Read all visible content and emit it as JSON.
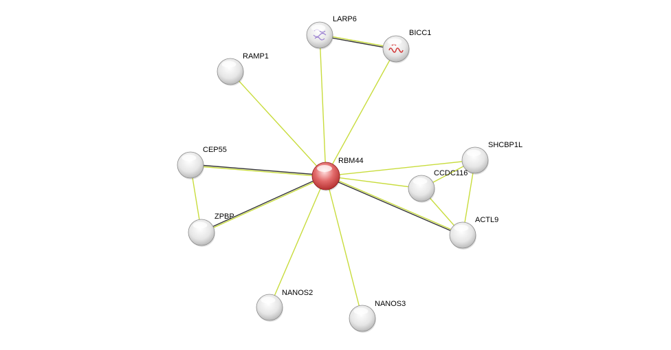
{
  "nodes": [
    {
      "id": "RBM44",
      "label": "RBM44",
      "style": "query"
    },
    {
      "id": "LARP6",
      "label": "LARP6",
      "style": "structure-purple"
    },
    {
      "id": "BICC1",
      "label": "BICC1",
      "style": "structure-red"
    },
    {
      "id": "RAMP1",
      "label": "RAMP1",
      "style": "plain"
    },
    {
      "id": "CEP55",
      "label": "CEP55",
      "style": "plain"
    },
    {
      "id": "ZPBP",
      "label": "ZPBP",
      "style": "plain"
    },
    {
      "id": "SHCBP1L",
      "label": "SHCBP1L",
      "style": "plain"
    },
    {
      "id": "CCDC116",
      "label": "CCDC116",
      "style": "plain"
    },
    {
      "id": "ACTL9",
      "label": "ACTL9",
      "style": "plain"
    },
    {
      "id": "NANOS2",
      "label": "NANOS2",
      "style": "plain"
    },
    {
      "id": "NANOS3",
      "label": "NANOS3",
      "style": "plain"
    }
  ],
  "edges": [
    {
      "source": "RBM44",
      "target": "LARP6",
      "evidence": [
        "textmining"
      ]
    },
    {
      "source": "RBM44",
      "target": "BICC1",
      "evidence": [
        "textmining"
      ]
    },
    {
      "source": "RBM44",
      "target": "RAMP1",
      "evidence": [
        "textmining"
      ]
    },
    {
      "source": "RBM44",
      "target": "CEP55",
      "evidence": [
        "textmining",
        "coexpression"
      ]
    },
    {
      "source": "RBM44",
      "target": "ZPBP",
      "evidence": [
        "textmining",
        "coexpression"
      ]
    },
    {
      "source": "RBM44",
      "target": "SHCBP1L",
      "evidence": [
        "textmining"
      ]
    },
    {
      "source": "RBM44",
      "target": "CCDC116",
      "evidence": [
        "textmining"
      ]
    },
    {
      "source": "RBM44",
      "target": "ACTL9",
      "evidence": [
        "textmining",
        "coexpression"
      ]
    },
    {
      "source": "RBM44",
      "target": "NANOS2",
      "evidence": [
        "textmining"
      ]
    },
    {
      "source": "RBM44",
      "target": "NANOS3",
      "evidence": [
        "textmining"
      ]
    },
    {
      "source": "LARP6",
      "target": "BICC1",
      "evidence": [
        "textmining",
        "coexpression"
      ]
    },
    {
      "source": "CEP55",
      "target": "ZPBP",
      "evidence": [
        "textmining"
      ]
    },
    {
      "source": "SHCBP1L",
      "target": "CCDC116",
      "evidence": [
        "textmining"
      ]
    },
    {
      "source": "SHCBP1L",
      "target": "ACTL9",
      "evidence": [
        "textmining"
      ]
    },
    {
      "source": "CCDC116",
      "target": "ACTL9",
      "evidence": [
        "textmining"
      ]
    }
  ],
  "colors": {
    "textmining": "#c8dc3c",
    "coexpression": "#333333",
    "query_node": "#d23c3c",
    "plain_node": "#e8e8e8",
    "node_border": "#8c8c8c",
    "label": "#000000"
  }
}
